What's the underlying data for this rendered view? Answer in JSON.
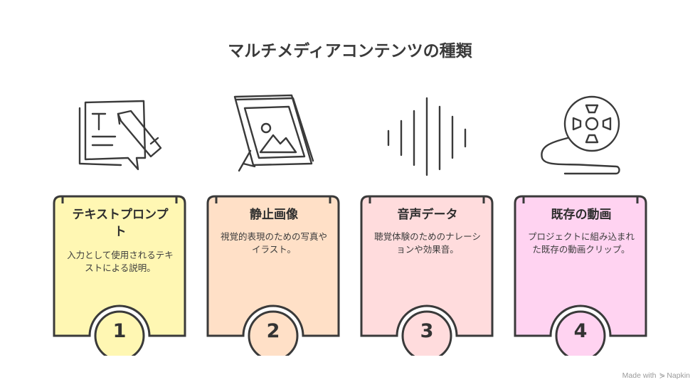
{
  "title": "マルチメディアコンテンツの種類",
  "items": [
    {
      "number": "1",
      "title": "テキストプロンプト",
      "description": "入力として使用されるテキストによる説明。",
      "color": "#FFF7B3",
      "icon": "text-prompt-pencil-icon"
    },
    {
      "number": "2",
      "title": "静止画像",
      "description": "視覚的表現のための写真やイラスト。",
      "color": "#FFE0C7",
      "icon": "picture-frame-icon"
    },
    {
      "number": "3",
      "title": "音声データ",
      "description": "聴覚体験のためのナレーションや効果音。",
      "color": "#FFDCDD",
      "icon": "sound-wave-icon"
    },
    {
      "number": "4",
      "title": "既存の動画",
      "description": "プロジェクトに組み込まれた既存の動画クリップ。",
      "color": "#FFD3F1",
      "icon": "film-reel-icon"
    }
  ],
  "footer": {
    "made_with": "Made with",
    "brand": "Napkin"
  }
}
